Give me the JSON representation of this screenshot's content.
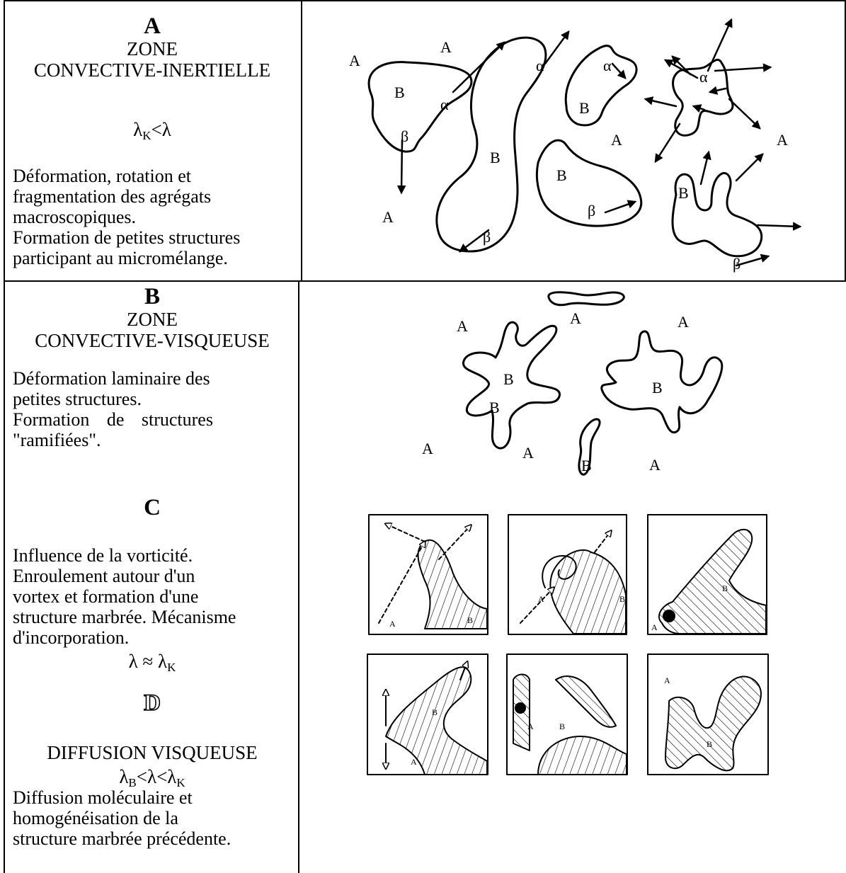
{
  "sections": {
    "a": {
      "letter": "A",
      "title_line1": "ZONE",
      "title_line2": "CONVECTIVE-INERTIELLE",
      "condition_lambda": "λ",
      "condition_sub": "K",
      "condition_rest": "<λ",
      "description_line1": "Déformation, rotation et",
      "description_line2": "fragmentation des agrégats",
      "description_line3": "macroscopiques.",
      "description_line4": "Formation de petites structures",
      "description_line5": "participant au micromélange."
    },
    "b": {
      "letter": "B",
      "title_line1": "ZONE",
      "title_line2": "CONVECTIVE-VISQUEUSE",
      "description_line1": "Déformation laminaire des",
      "description_line2": "petites structures.",
      "description_line3": "Formation de structures",
      "description_line4": "\"ramifiées\"."
    },
    "c": {
      "letter": "C",
      "description_line1": "Influence de la vorticité.",
      "description_line2": "Enroulement autour d'un",
      "description_line3": "vortex et formation d'une",
      "description_line4": "structure marbrée. Mécanisme",
      "description_line5": "d'incorporation.",
      "condition_pre": "λ ≈ λ",
      "condition_sub": "K"
    },
    "d": {
      "letter": "D",
      "title": "DIFFUSION VISQUEUSE",
      "condition_l1": "λ",
      "condition_s1": "B",
      "condition_m": "<λ<λ",
      "condition_s2": "K",
      "description_line1": "Diffusion moléculaire et",
      "description_line2": "homogénéisation de la",
      "description_line3": "structure marbrée précédente."
    }
  },
  "diagram_labels": {
    "fluid_a": "A",
    "fluid_b": "B",
    "alpha": "α",
    "beta": "β"
  },
  "colors": {
    "ink": "#000000",
    "background": "#ffffff"
  }
}
